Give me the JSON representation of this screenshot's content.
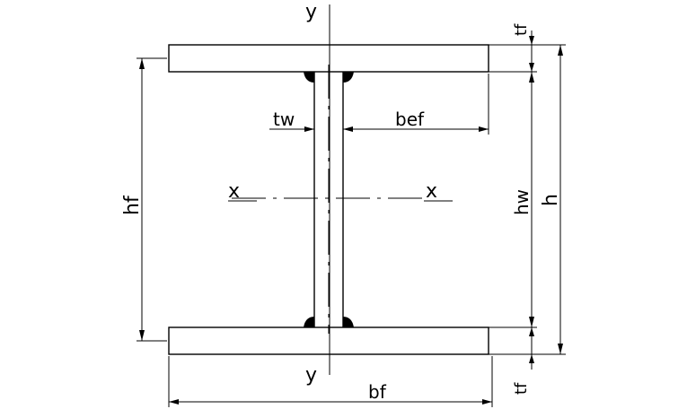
{
  "labels": {
    "y_top": "y",
    "y_bottom": "y",
    "x_left": "x",
    "x_right": "x",
    "tf_top": "tf",
    "tf_bottom": "tf",
    "tw": "tw",
    "bef": "bef",
    "hf": "hf",
    "hw": "hw",
    "h": "h",
    "bf": "bf"
  }
}
